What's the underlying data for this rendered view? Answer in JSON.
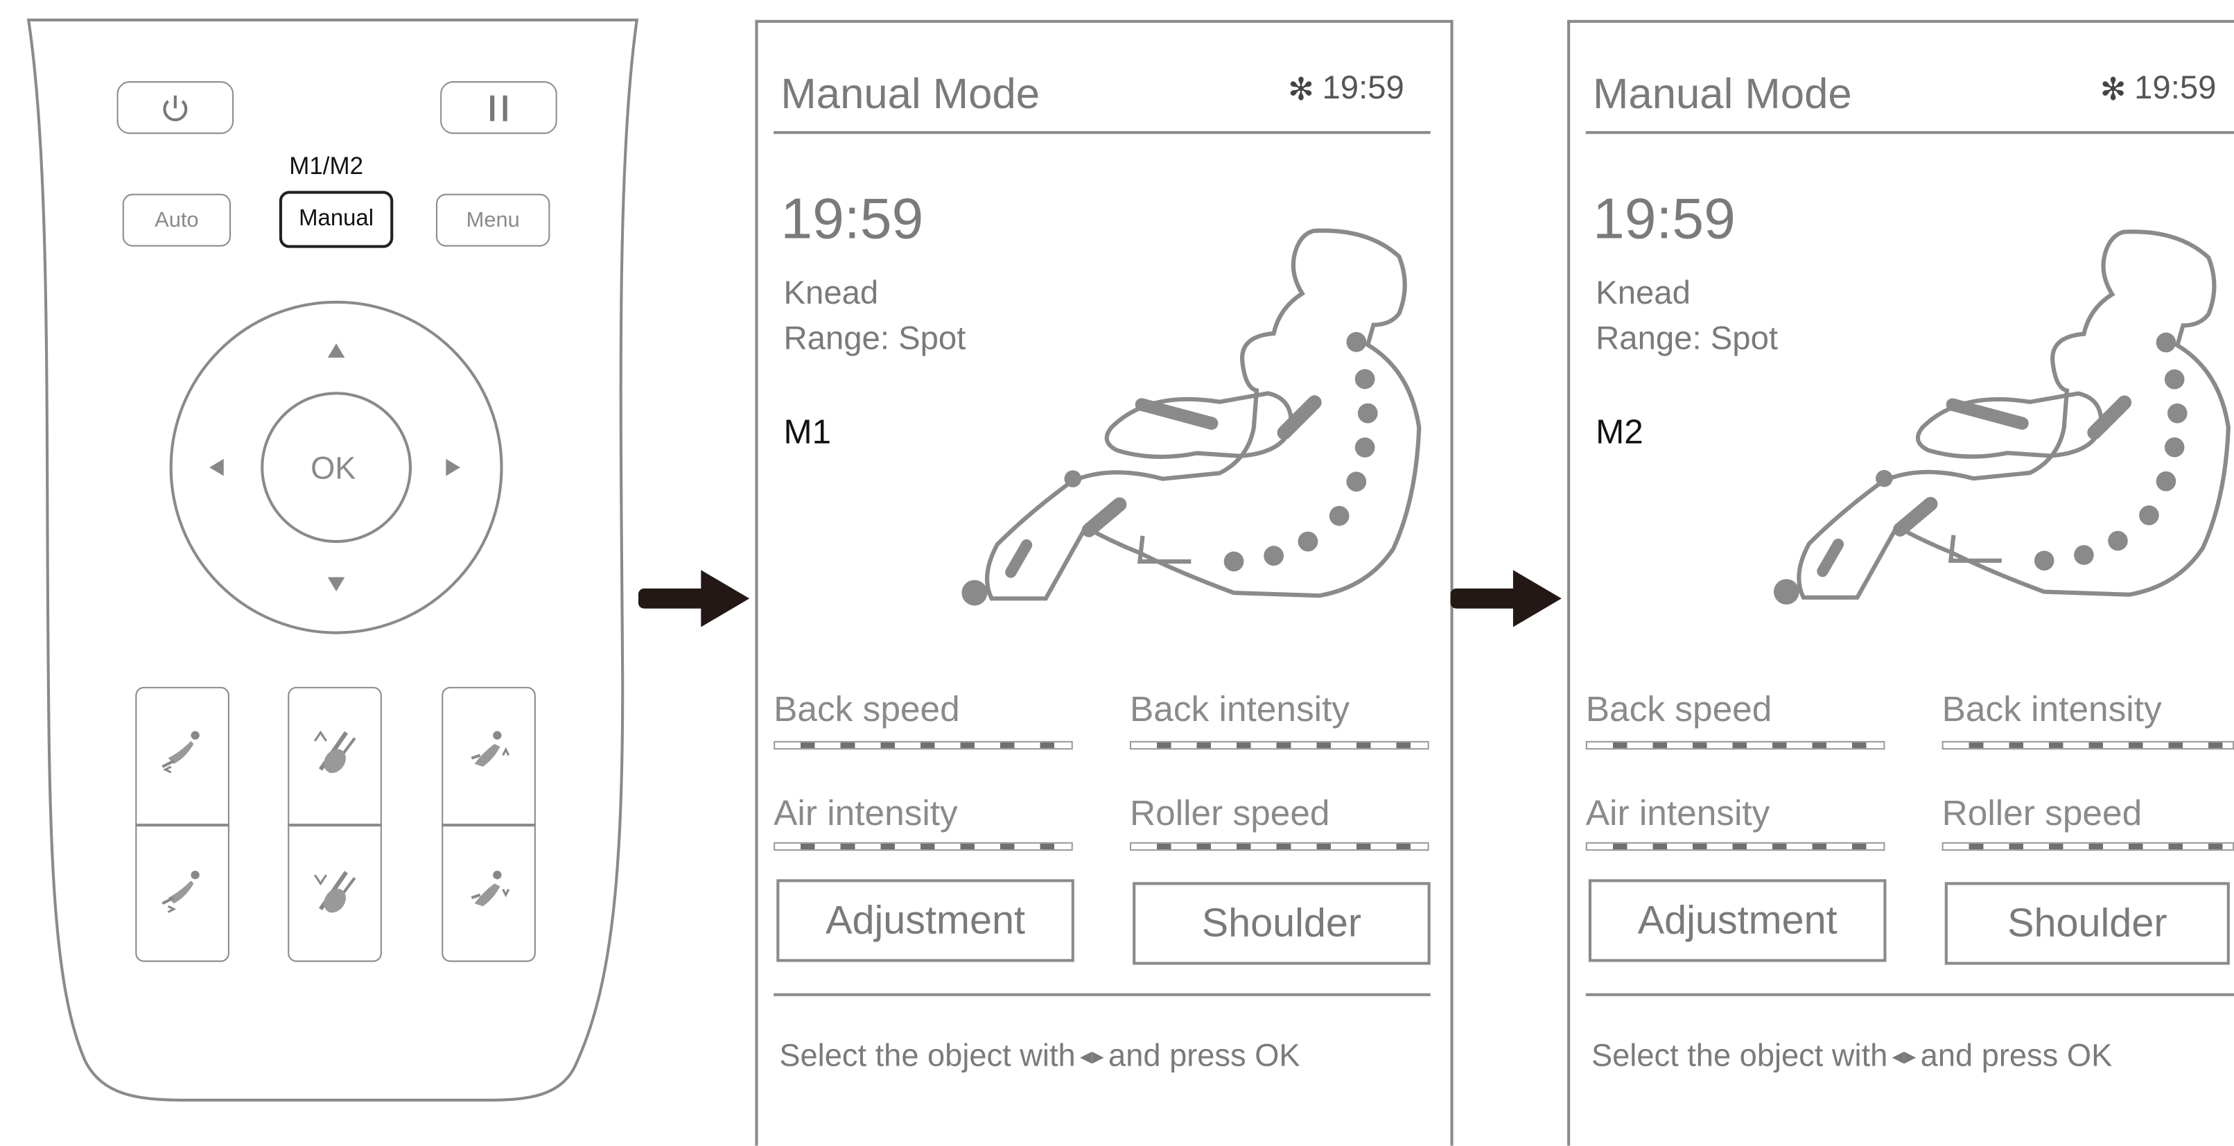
{
  "remote": {
    "m1m2_label": "M1/M2",
    "auto_label": "Auto",
    "manual_label": "Manual",
    "menu_label": "Menu",
    "ok_label": "OK",
    "icons": {
      "power": "power-icon",
      "pause": "pause-icon",
      "up": "arrow-up-icon",
      "down": "arrow-down-icon",
      "left": "arrow-left-icon",
      "right": "arrow-right-icon"
    }
  },
  "screen1": {
    "title": "Manual Mode",
    "status_time": "19:59",
    "timer": "19:59",
    "program": "Knead",
    "range": "Range: Spot",
    "memory": "M1",
    "back_speed_label": "Back speed",
    "back_intensity_label": "Back intensity",
    "air_intensity_label": "Air intensity",
    "roller_speed_label": "Roller speed",
    "adjustment_label": "Adjustment",
    "shoulder_label": "Shoulder",
    "hint_prefix": "Select the object with",
    "hint_suffix": "and press",
    "hint_ok": "OK"
  },
  "screen2": {
    "title": "Manual Mode",
    "status_time": "19:59",
    "timer": "19:59",
    "program": "Knead",
    "range": "Range: Spot",
    "memory": "M2",
    "back_speed_label": "Back speed",
    "back_intensity_label": "Back intensity",
    "air_intensity_label": "Air intensity",
    "roller_speed_label": "Roller speed",
    "adjustment_label": "Adjustment",
    "shoulder_label": "Shoulder",
    "hint_prefix": "Select the object with",
    "hint_suffix": "and press",
    "hint_ok": "OK"
  },
  "colors": {
    "line": "#8a8a8a",
    "arrow": "#231815",
    "active_border": "#222222"
  }
}
